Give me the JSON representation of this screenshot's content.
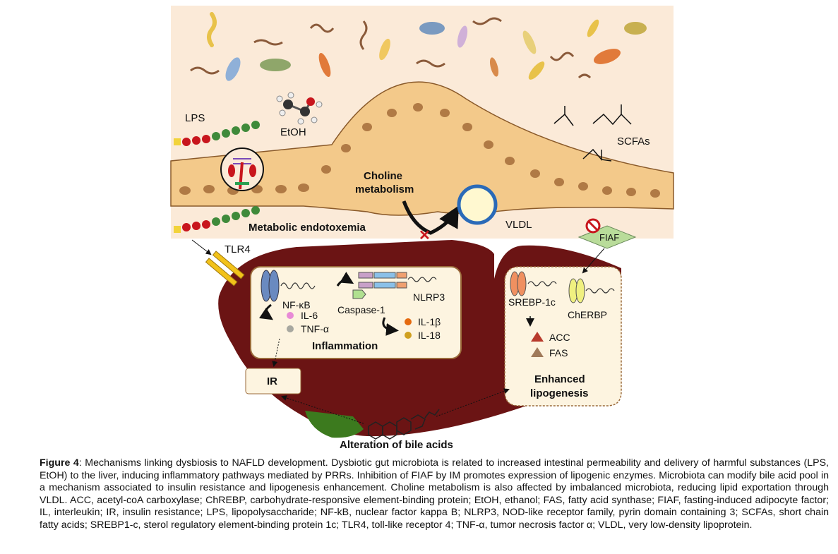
{
  "labels": {
    "lps": "LPS",
    "etoh": "EtOH",
    "scfas": "SCFAs",
    "choline_line1": "Choline",
    "choline_line2": "metabolism",
    "vldl": "VLDL",
    "metabolic_endotoxemia": "Metabolic endotoxemia",
    "tlr4": "TLR4",
    "fiaf": "FIAF",
    "nfkb": "NF-κB",
    "nlrp3": "NLRP3",
    "caspase1": "Caspase-1",
    "il6": "IL-6",
    "tnfa": "TNF-α",
    "il1b": "IL-1β",
    "il18": "IL-18",
    "inflammation": "Inflammation",
    "srebp1c": "SREBP-1c",
    "chrebp": "ChERBP",
    "acc": "ACC",
    "fas": "FAS",
    "enhanced_line1": "Enhanced",
    "enhanced_line2": "lipogenesis",
    "ir": "IR",
    "bile_acids": "Alteration of bile acids"
  },
  "caption": {
    "label": "Figure 4",
    "text": ": Mechanisms linking dysbiosis to NAFLD development. Dysbiotic gut microbiota is related to increased intestinal permeability and delivery of harmful substances (LPS, EtOH) to the liver, inducing inflammatory pathways mediated by PRRs. Inhibition of FIAF by IM promotes expression of lipogenic enzymes. Microbiota can modify bile acid pool in a mechanism associated to insulin resistance and lipogenesis enhancement. Choline metabolism is also affected by imbalanced microbiota, reducing lipid exportation through VLDL. ACC, acetyl-coA carboxylase; ChREBP, carbohydrate-responsive element-binding protein; EtOH, ethanol; FAS, fatty acid synthase; FIAF, fasting-induced adipocyte factor; IL, interleukin; IR, insulin resistance; LPS, lipopolysaccharide; NF-kB, nuclear factor kappa B; NLRP3, NOD-like receptor family, pyrin domain containing 3; SCFAs, short chain fatty acids; SREBP1-c, sterol regulatory element-binding protein 1c; TLR4, toll-like receptor 4; TNF-α, tumor necrosis factor α; VLDL, very low-density lipoprotein."
  },
  "colors": {
    "lumen_bg": "#fbead8",
    "epithelium": "#f3c98a",
    "nucleus": "#b07a45",
    "liver": "#6b1414",
    "inner_panel": "#fdf4e0",
    "inner_border": "#9a6a3a",
    "lps_green": "#3f8a3a",
    "lps_red": "#c8161d",
    "lps_yellow": "#f2d33a",
    "fiaf_green": "#b9dc9a",
    "gallbladder": "#3c7a1e",
    "acc_red": "#b83a2c",
    "fas_brown": "#a07a5a",
    "il6_pink": "#e88ad6",
    "tnf_gray": "#a8a8a0",
    "il1b_orange": "#e56a10",
    "il18_gold": "#d0a020"
  }
}
